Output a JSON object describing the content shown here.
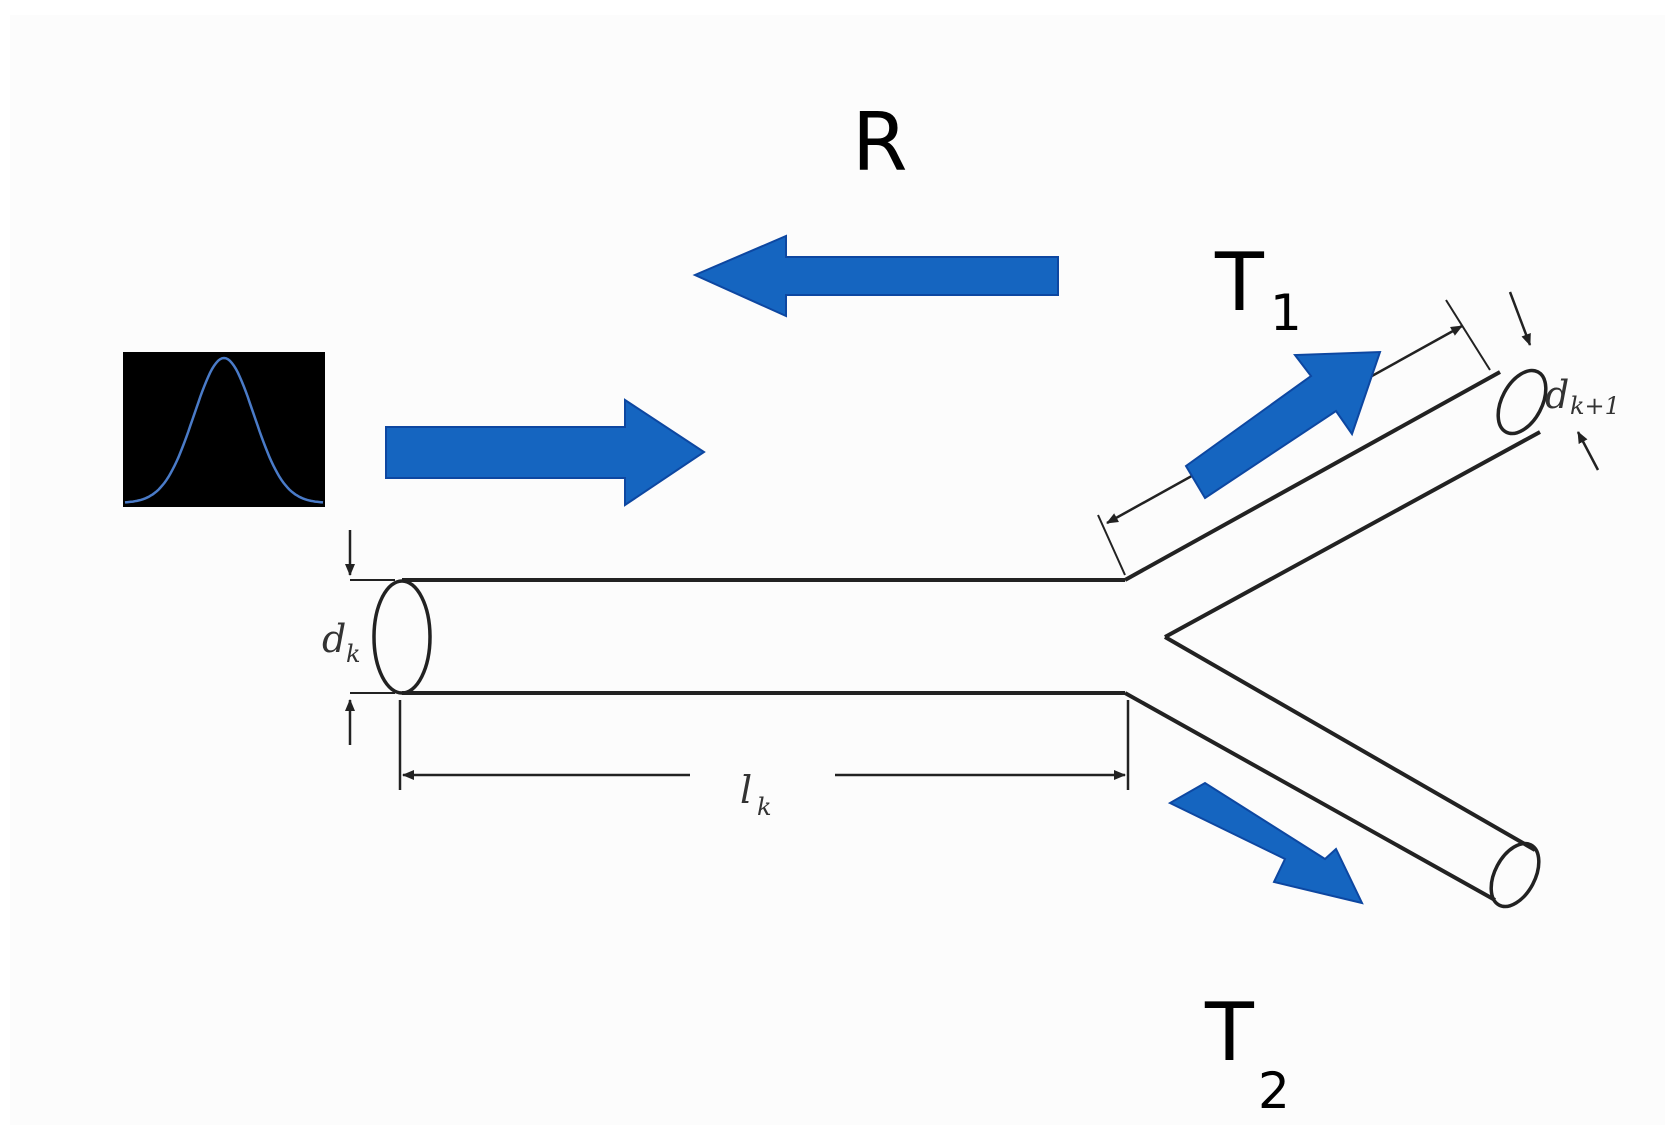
{
  "labels": {
    "reflected": "R",
    "transmitted_1_main": "T",
    "transmitted_1_sub": "1",
    "transmitted_2_main": "T",
    "transmitted_2_sub": "2"
  },
  "dimensions": {
    "parent_diameter": "d",
    "parent_diameter_sub": "k",
    "parent_length": "l",
    "parent_length_sub": "k",
    "daughter_diameter": "d",
    "daughter_diameter_sub": "k+1"
  },
  "icons": {
    "pulse": "gaussian-pulse-icon",
    "incident_arrow": "arrow-right-icon",
    "reflected_arrow": "arrow-left-icon",
    "transmitted_1_arrow": "arrow-up-right-icon",
    "transmitted_2_arrow": "arrow-down-right-icon"
  },
  "colors": {
    "arrow_fill": "#1565c0",
    "arrow_stroke": "#0d47a1",
    "pulse_background": "#000000",
    "pulse_curve": "#4a7bc8",
    "tube_stroke": "#222222"
  }
}
